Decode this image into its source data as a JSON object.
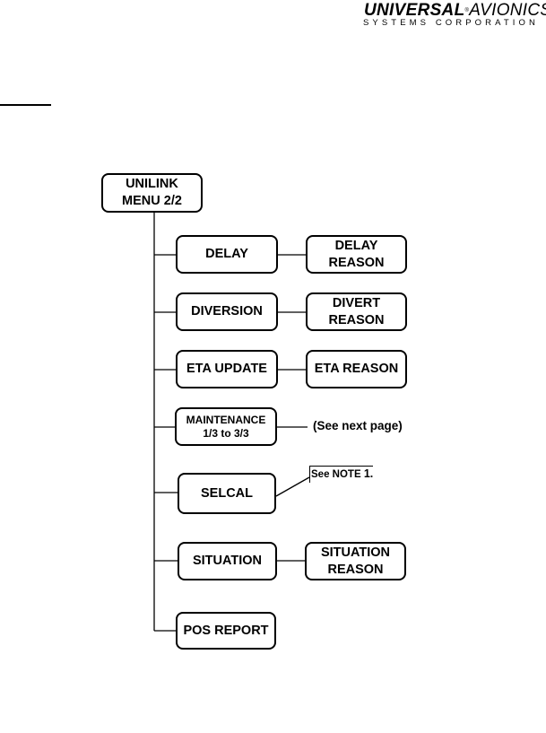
{
  "logo": {
    "brand_bold": "UNIVERSAL",
    "registered_mark": "®",
    "brand_light": "AVIONICS",
    "subline": "SYSTEMS CORPORATION"
  },
  "diagram": {
    "root": {
      "label": "UNILINK\nMENU 2/2"
    },
    "items": [
      {
        "label": "DELAY",
        "sub": "DELAY\nREASON"
      },
      {
        "label": "DIVERSION",
        "sub": "DIVERT\nREASON"
      },
      {
        "label": "ETA UPDATE",
        "sub": "ETA REASON"
      },
      {
        "label": "MAINTENANCE\n1/3 to 3/3",
        "note": "(See next page)"
      },
      {
        "label": "SELCAL",
        "note_prefix": "See",
        "note_word": "NOTE",
        "note_number": "1",
        "note_suffix": "."
      },
      {
        "label": "SITUATION",
        "sub": "SITUATION\nREASON"
      },
      {
        "label": "POS REPORT"
      }
    ]
  }
}
